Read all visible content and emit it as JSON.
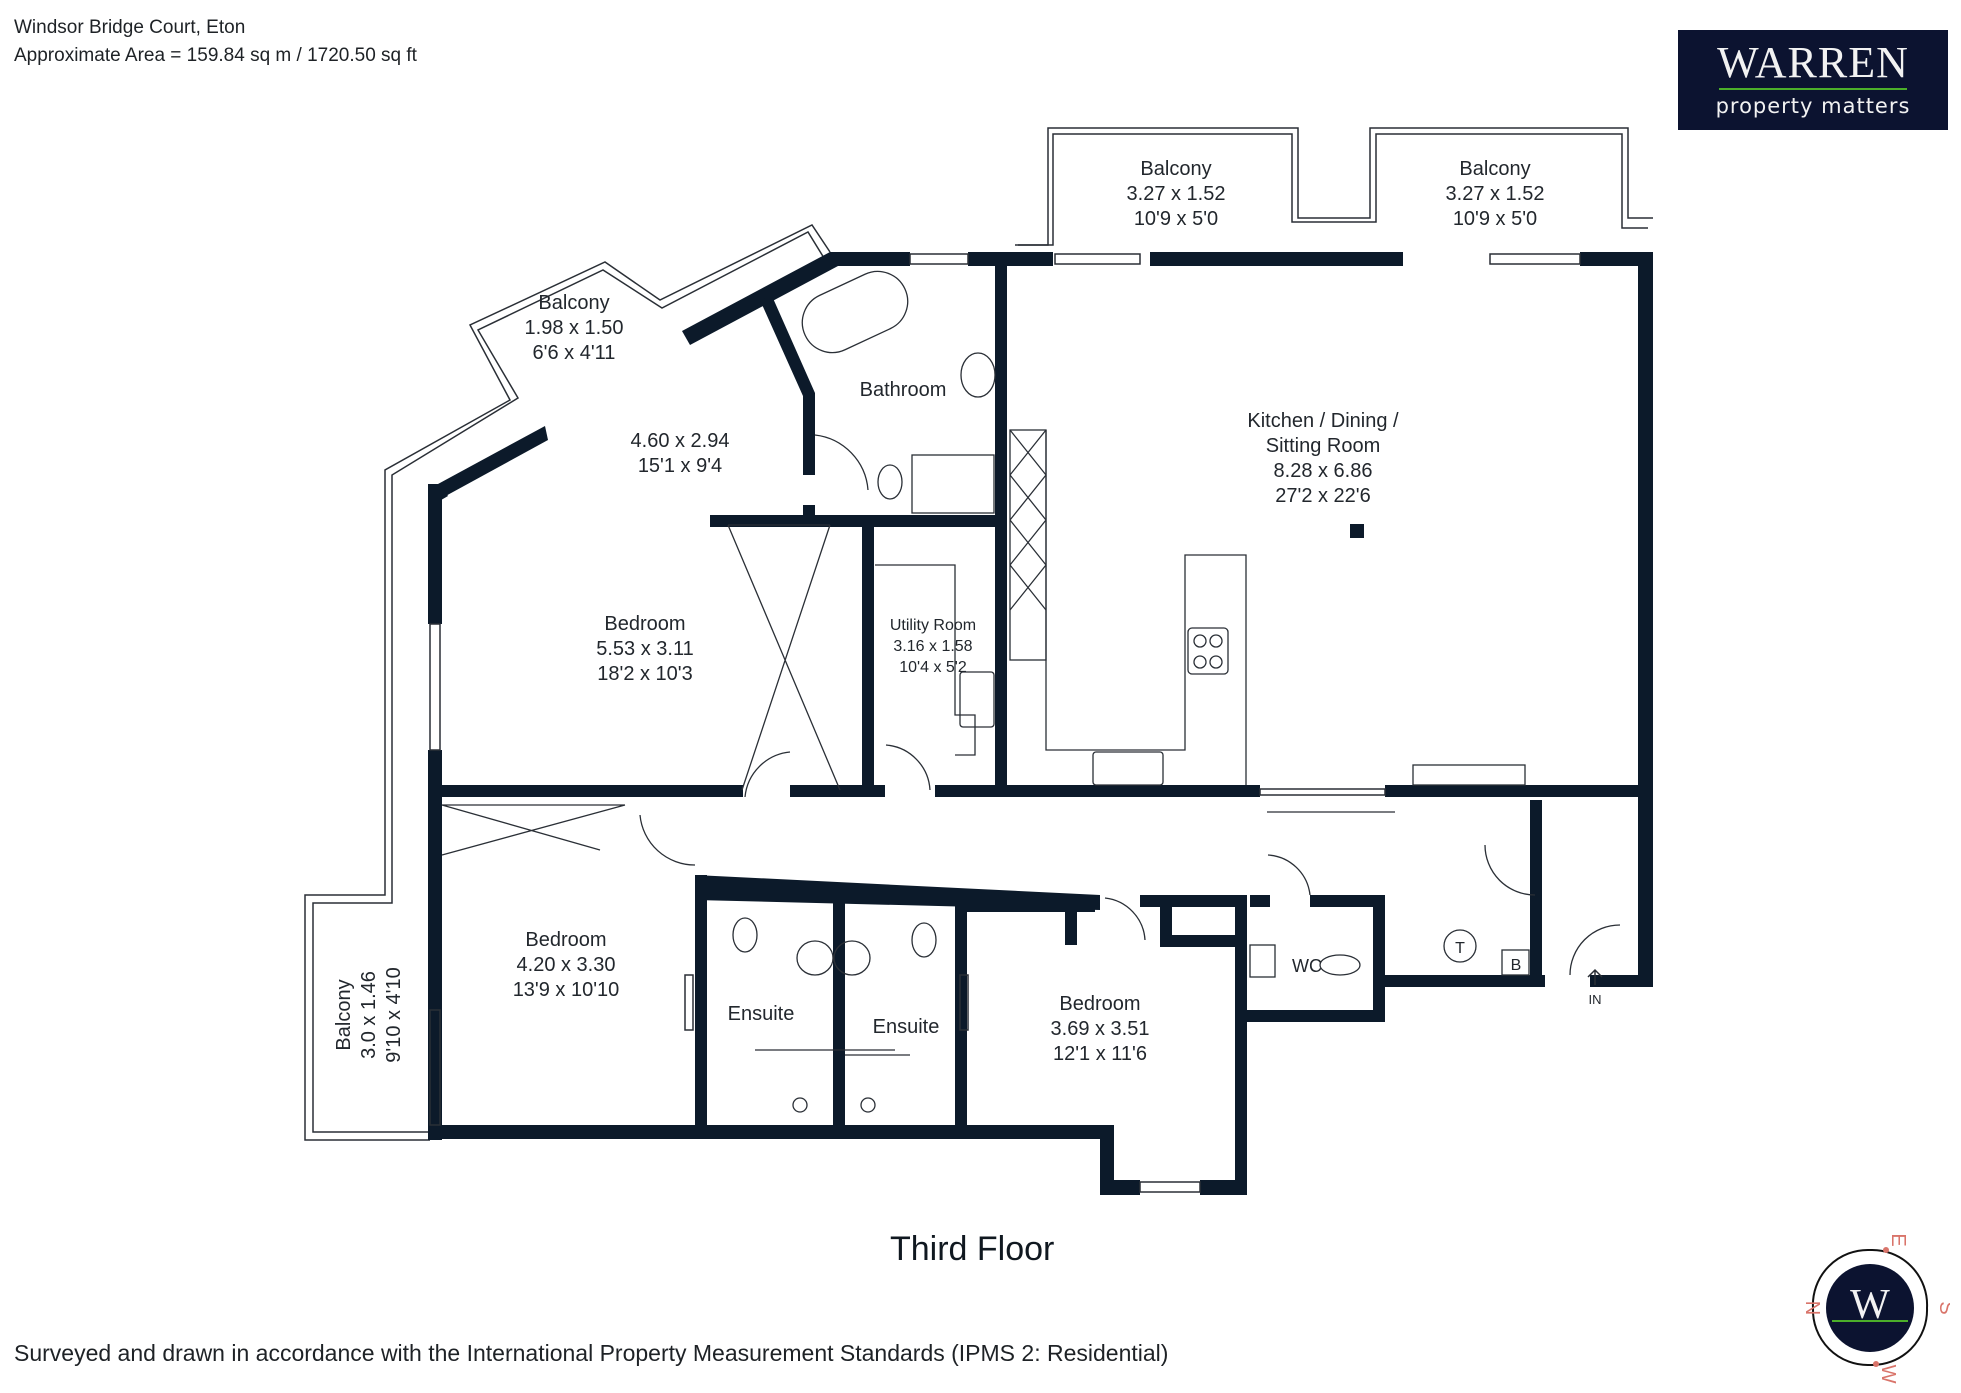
{
  "header": {
    "property_name": "Windsor Bridge Court, Eton",
    "area_text": "Approximate Area = 159.84 sq m / 1720.50 sq ft"
  },
  "logo": {
    "brand": "WARREN",
    "tagline": "property matters",
    "background_color": "#0c1330",
    "accent_color": "#4caf2a"
  },
  "plan": {
    "floor_title": "Third Floor",
    "wall_color": "#0c1a2a",
    "rooms": [
      {
        "name": "Balcony",
        "metric": "3.27 x 1.52",
        "imperial": "10'9 x 5'0"
      },
      {
        "name": "Balcony",
        "metric": "3.27 x 1.52",
        "imperial": "10'9 x 5'0"
      },
      {
        "name": "Balcony",
        "metric": "1.98 x 1.50",
        "imperial": "6'6 x 4'11"
      },
      {
        "name": "Bathroom",
        "metric": "",
        "imperial": ""
      },
      {
        "name": "",
        "metric": "4.60 x 2.94",
        "imperial": "15'1 x 9'4"
      },
      {
        "name": "Kitchen / Dining /",
        "name2": "Sitting Room",
        "metric": "8.28 x 6.86",
        "imperial": "27'2 x 22'6"
      },
      {
        "name": "Bedroom",
        "metric": "5.53 x 3.11",
        "imperial": "18'2 x 10'3"
      },
      {
        "name": "Utility Room",
        "metric": "3.16 x 1.58",
        "imperial": "10'4 x 5'2"
      },
      {
        "name": "Bedroom",
        "metric": "4.20 x 3.30",
        "imperial": "13'9 x 10'10"
      },
      {
        "name": "Ensuite",
        "metric": "",
        "imperial": ""
      },
      {
        "name": "Ensuite",
        "metric": "",
        "imperial": ""
      },
      {
        "name": "Bedroom",
        "metric": "3.69 x 3.51",
        "imperial": "12'1 x 11'6"
      },
      {
        "name": "WC",
        "metric": "",
        "imperial": ""
      },
      {
        "name": "Balcony",
        "metric": "3.0 x 1.46",
        "imperial": "9'10 x 4'10"
      }
    ],
    "symbols": {
      "tank": "T",
      "boiler": "B",
      "entrance": "IN"
    }
  },
  "compass": {
    "letter": "W",
    "north": "N",
    "east": "E",
    "south": "S",
    "west": "W",
    "direction_color": "#d9746a"
  },
  "footer": {
    "text": "Surveyed and drawn in accordance with the International Property Measurement Standards (IPMS 2: Residential)"
  }
}
